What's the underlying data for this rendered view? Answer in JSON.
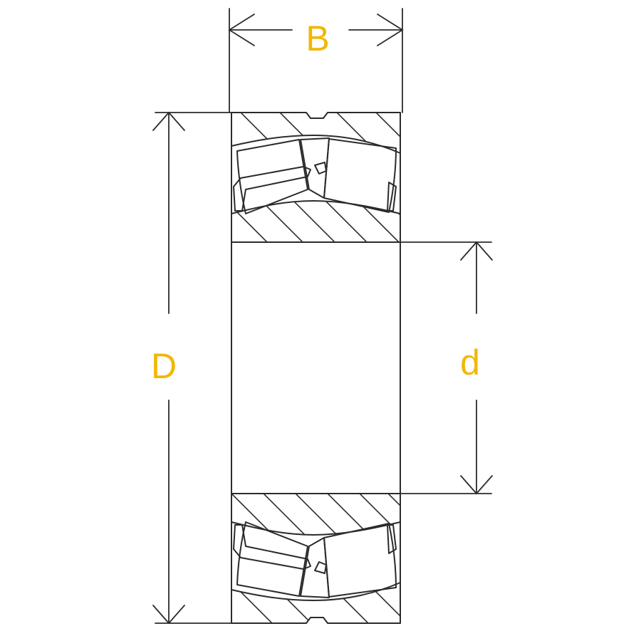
{
  "colors": {
    "label": "#f2b705",
    "line": "#2b2b2b",
    "background": "#ffffff"
  },
  "labels": {
    "width": "B",
    "outer_diameter": "D",
    "bore_diameter": "d"
  }
}
